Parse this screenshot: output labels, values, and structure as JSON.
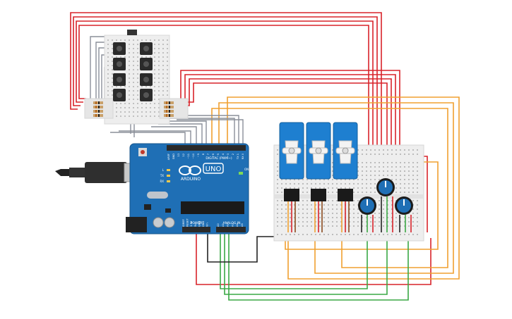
{
  "board": {
    "brand": "ARDUINO",
    "model": "UNO",
    "digital_header": "DIGITAL (PWM~)",
    "power_header": "POWER",
    "analog_header": "ANALOG IN",
    "digital_pins": [
      "AREF",
      "GND",
      "13",
      "12",
      "~11",
      "~10",
      "~9",
      "8",
      "7",
      "~6",
      "~5",
      "4",
      "~3",
      "2",
      "TX 1",
      "RX 0"
    ],
    "power_pins": [
      "IOREF",
      "RESET",
      "3.3V",
      "5V",
      "GND",
      "GND",
      "Vin"
    ],
    "analog_pins": [
      "A0",
      "A1",
      "A2",
      "A3",
      "A4",
      "A5"
    ],
    "misc_labels": [
      "L",
      "TX",
      "RX",
      "ON"
    ],
    "board_color": "#1f6fb5"
  },
  "components": {
    "servo_count": 3,
    "potentiometer_count": 3,
    "pushbutton_count": 8,
    "breadboard_count": 2
  },
  "wire_colors": {
    "red": "#d8232a",
    "orange": "#f0a030",
    "green": "#3aa845",
    "gray": "#8a8f99",
    "black": "#222222"
  }
}
